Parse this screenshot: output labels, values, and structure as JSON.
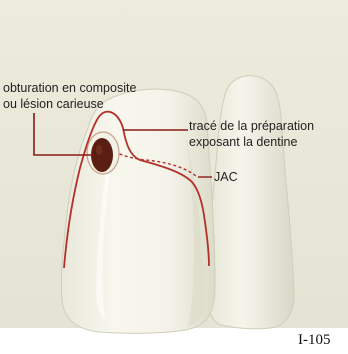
{
  "diagram": {
    "labels": {
      "composite_line1": "obturation en composite",
      "composite_line2": "ou lésion carieuse",
      "preparation_line1": "tracé de la préparation",
      "preparation_line2": "exposant la dentine",
      "jac": "JAC"
    },
    "figure_id": "I-105",
    "colors": {
      "background_panel": "#e9e8da",
      "tooth": "#f2f1e6",
      "tooth_shadow": "#d8d7c6",
      "preparation_line": "#b2322a",
      "cej_dashed": "#b2322a",
      "lesion": "#5a1f12",
      "leader_line": "#8a1a14"
    }
  }
}
